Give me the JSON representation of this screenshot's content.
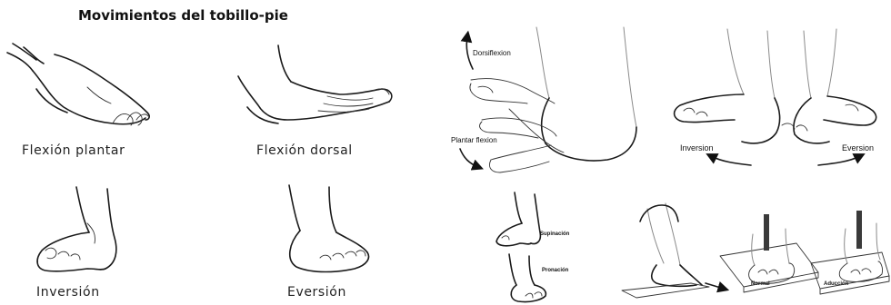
{
  "left_panel": {
    "title": "Movimientos del tobillo-pie",
    "captions": {
      "plantar_flexion": "Flexión plantar",
      "dorsal_flexion": "Flexión dorsal",
      "inversion": "Inversión",
      "eversion": "Eversión"
    }
  },
  "right_panel": {
    "motion_labels": {
      "dorsiflexion": "Dorsiflexion",
      "plantar_flexion": "Plantar flexion",
      "inversion": "Inversion",
      "eversion": "Eversion"
    },
    "small_labels": {
      "supination": "Supinación",
      "pronation": "Pronación"
    },
    "plate_labels": {
      "normal": "Normal",
      "adduction": "Aducción"
    }
  }
}
